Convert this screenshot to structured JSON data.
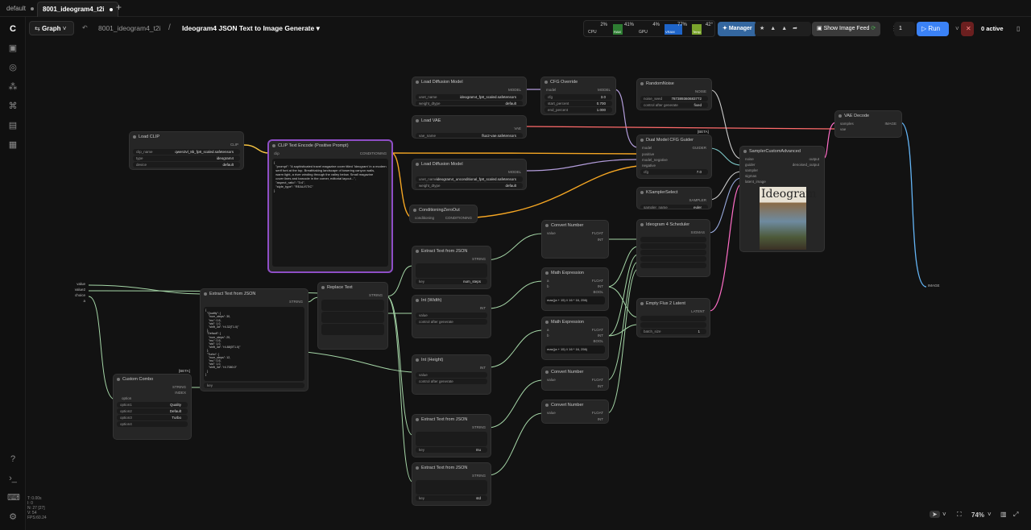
{
  "tabs": [
    {
      "label": "default"
    },
    {
      "label": "8001_ideogram4_t2i"
    }
  ],
  "new_tab_icon": "plus-icon",
  "toolbar": {
    "graph_label": "Graph",
    "workflow_name": "8001_ideogram4_t2i",
    "separator": "/",
    "subgraph_title": "Ideogram4 JSON Text to Image Generate",
    "cpu_label": "CPU",
    "cpu_value": "2%",
    "ram_label": "RAM",
    "ram_value": "41%",
    "gpu_label": "GPU",
    "gpu_value": "4%",
    "vram_label": "VRAM",
    "vram_value": "77%",
    "temp_label": "Temp",
    "temp_value": "42°",
    "manager_label": "Manager",
    "show_feed_label": "Show Image Feed",
    "queue_count": "1",
    "run_label": "Run",
    "active_label": "0 active"
  },
  "status": {
    "zoom": "74%",
    "fps_text": "T: 0.00s\nI: 0\nN: 27 [27]\nV: 54\nFPS:60.24"
  },
  "colors": {
    "accent": "#3b82f6",
    "clip_wire": "#f5c342",
    "model_wire": "#b39ddb",
    "cond_wire": "#f5a623",
    "latent_wire": "#ff6ec7",
    "vae_wire": "#ff6b6b",
    "image_wire": "#64b5f6",
    "string_wire": "#a5d6a7",
    "select": "#8e4ec6"
  },
  "nodes": {
    "load_clip": {
      "title": "Load CLIP",
      "out": "CLIP",
      "w1k": "clip_name",
      "w1v": "qwen3vl_8b_fp8_scaled.safetensors",
      "w2k": "type",
      "w2v": "ideogram4",
      "w3k": "device",
      "w3v": "default"
    },
    "clip_text": {
      "title": "CLIP Text Encode (Positive Prompt)",
      "in": "clip",
      "out": "CONDITIONING",
      "text": "{\n  \"prompt\": \"A sophisticated travel magazine cover titled 'Ideogram' in a modern\n  serif font at the top. Breathtaking landscape of towering canyon walls,\n  warm light, a river winding through the valley below. Small magazine\n  cover lines and barcode in the corner, editorial layout...\",\n  \"aspect_ratio\": \"3:4\",\n  \"style_type\": \"REALISTIC\"\n}"
    },
    "load_diff1": {
      "title": "Load Diffusion Model",
      "out": "MODEL",
      "w1k": "unet_name",
      "w1v": "ideogram4_fp8_scaled.safetensors",
      "w2k": "weight_dtype",
      "w2v": "default"
    },
    "load_vae": {
      "title": "Load VAE",
      "out": "VAE",
      "w1k": "vae_name",
      "w1v": "flux2-vae.safetensors"
    },
    "load_diff2": {
      "title": "Load Diffusion Model",
      "out": "MODEL",
      "w1k": "unet_name",
      "w1v": "ideogram4_unconditional_fp8_scaled.safetensors",
      "w2k": "weight_dtype",
      "w2v": "default"
    },
    "cfg_override": {
      "title": "CFG Override",
      "in": "model",
      "out": "MODEL",
      "w1k": "cfg",
      "w1v": "3.0",
      "w2k": "start_percent",
      "w2v": "0.700",
      "w3k": "end_percent",
      "w3v": "1.000"
    },
    "random_noise": {
      "title": "RandomNoise",
      "out": "NOISE",
      "w1k": "noise_seed",
      "w1v": "787389360683772",
      "w2k": "control after generate",
      "w2v": "fixed"
    },
    "dual_cfg": {
      "title": "Dual Model CFG Guider",
      "in1": "model",
      "in2": "positive",
      "in3": "model_negative",
      "in4": "negative",
      "out": "GUIDER",
      "w1k": "cfg",
      "w1v": "7.0",
      "beta": "[BETA]"
    },
    "ksampler_select": {
      "title": "KSamplerSelect",
      "out": "SAMPLER",
      "w1k": "sampler_name",
      "w1v": "euler"
    },
    "cond_zero": {
      "title": "ConditioningZeroOut",
      "in": "conditioning",
      "out": "CONDITIONING"
    },
    "sampler_adv": {
      "title": "SamplerCustomAdvanced",
      "in1": "noise",
      "in2": "guider",
      "in3": "sampler",
      "in4": "sigmas",
      "in5": "latent_image",
      "out1": "output",
      "out2": "denoised_output",
      "img_title": "Ideogram"
    },
    "vae_decode": {
      "title": "VAE Decode",
      "in1": "samples",
      "in2": "vae",
      "out": "IMAGE"
    },
    "ideogram_sched": {
      "title": "Ideogram 4 Scheduler",
      "out": "SIGMAS"
    },
    "empty_flux": {
      "title": "Empty Flux 2 Latent",
      "out": "LATENT",
      "w1k": "batch_size",
      "w1v": "1"
    },
    "convert1": {
      "title": "Convert Number",
      "in": "value",
      "out1": "FLOAT",
      "out2": "INT"
    },
    "math1": {
      "title": "Math Expression",
      "in1": "a",
      "in2": "b",
      "out1": "FLOAT",
      "out2": "INT",
      "out3": "BOOL",
      "expr": "max((a + 15) // 16 * 16, 256)"
    },
    "math2": {
      "title": "Math Expression",
      "in1": "a",
      "in2": "b",
      "out1": "FLOAT",
      "out2": "INT",
      "out3": "BOOL",
      "expr": "max((a + 15) // 16 * 16, 256)"
    },
    "convert2": {
      "title": "Convert Number",
      "in": "value",
      "out1": "FLOAT",
      "out2": "INT"
    },
    "convert3": {
      "title": "Convert Number",
      "in": "value",
      "out1": "FLOAT",
      "out2": "INT"
    },
    "extract1": {
      "title": "Extract Text from JSON",
      "out": "STRING",
      "key": "key",
      "keyv": "num_steps"
    },
    "int_width": {
      "title": "Int (Width)",
      "out": "INT",
      "w1k": "value",
      "w1v": "control after generate"
    },
    "int_height": {
      "title": "Int (Height)",
      "out": "INT",
      "w1k": "value",
      "w1v": "control after generate"
    },
    "extract2": {
      "title": "Extract Text from JSON",
      "out": "STRING",
      "key": "key",
      "keyv": "mu"
    },
    "extract3": {
      "title": "Extract Text from JSON",
      "out": "STRING",
      "key": "key",
      "keyv": "std"
    },
    "extract_main": {
      "title": "Extract Text from JSON",
      "out": "STRING",
      "text": "{\n  \"Quality\": {\n    \"num_steps\": 30,\n    \"mu\": 0.5,\n    \"std\": 1.0,\n    \"shift_3d\": \"r4.32(T1.0)\"\n  },\n  \"Default\": {\n    \"num_steps\": 20,\n    \"mu\": 0.5,\n    \"std\": 1.0,\n    \"shift_3d\": \"r4.88(0T1.0)\"\n  },\n  \"Turbo\": {\n    \"num_steps\": 12,\n    \"mu\": 0.5,\n    \"std\": 1.0,\n    \"shift_3d\": \"r4.7080.0\"\n  }\n}",
      "key": "key"
    },
    "replace_text": {
      "title": "Replace Text",
      "out": "STRING"
    },
    "custom_combo": {
      "title": "Custom Combo",
      "out1": "STRING",
      "out2": "INDEX",
      "w0": "option",
      "o1k": "option1",
      "o1v": "Quality",
      "o2k": "option2",
      "o2v": "Default",
      "o3k": "option3",
      "o3v": "Turbo",
      "o4k": "option4",
      "beta": "[BETA]"
    },
    "reroute": {
      "l1": "value",
      "l2": "value2",
      "l3": "choice",
      "l4": "a"
    },
    "image_out": {
      "label": "IMAGE"
    }
  }
}
